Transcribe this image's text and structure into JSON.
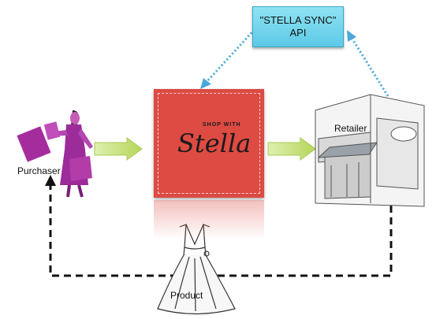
{
  "api": {
    "line1": "\"STELLA SYNC\"",
    "line2": "API"
  },
  "logo": {
    "small_text": "SHOP WITH",
    "script_text": "Stella"
  },
  "nodes": {
    "purchaser": "Purchaser",
    "retailer": "Retailer",
    "product": "Product"
  },
  "colors": {
    "logo_bg": "#dd4b43",
    "api_bg": "#7fdcf0",
    "arrow_green": "#c5e07a",
    "purchaser_purple": "#9c2c9a"
  }
}
